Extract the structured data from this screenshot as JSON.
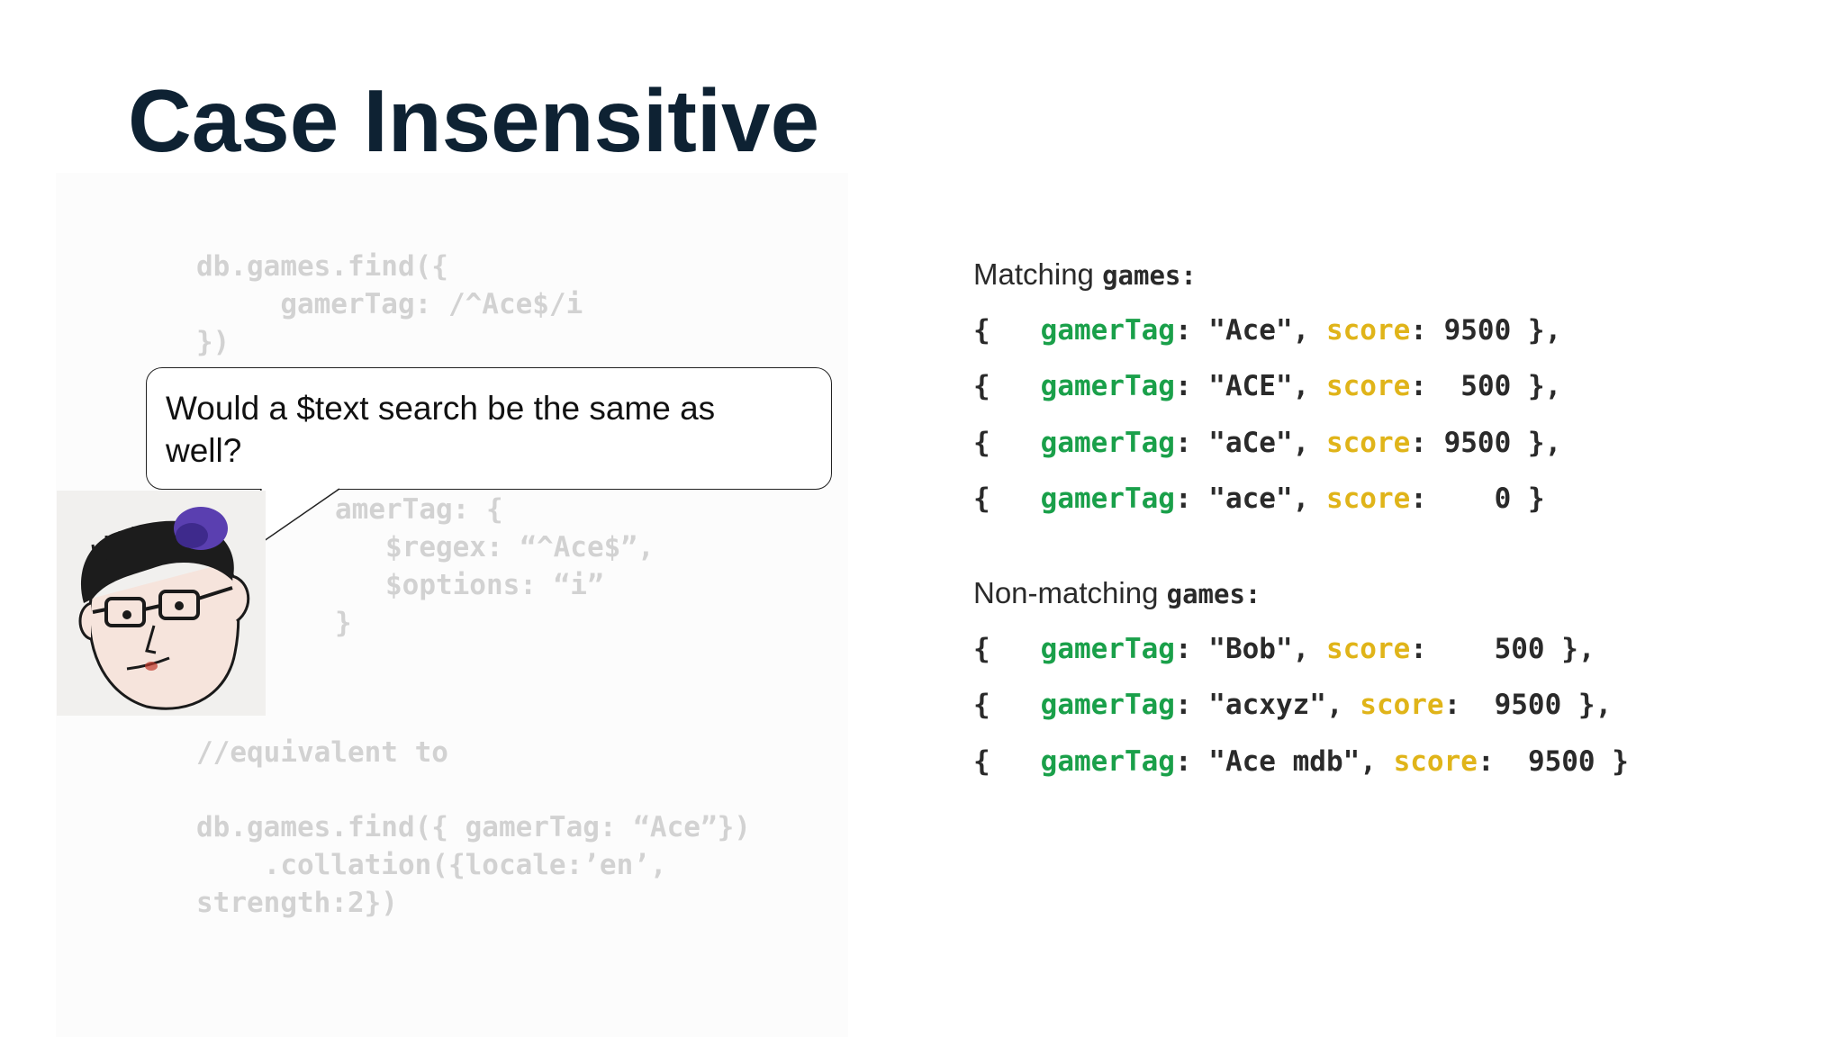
{
  "slide": {
    "title": "Case Insensitive",
    "left_code": {
      "block1": "db.games.find({\n     gamerTag: /^Ace$/i\n})",
      "block2": "amerTag: {\n   $regex: “^Ace$”,\n   $options: “i”\n}",
      "comment": "//equivalent to",
      "block3": "db.games.find({ gamerTag: “Ace”})\n    .collation({locale:’en’,\nstrength:2})"
    },
    "bubble": {
      "text": "Would a $text search be the same as well?"
    },
    "matching": {
      "heading_word": "Matching",
      "heading_mono": "games:",
      "rows": [
        {
          "open": "{   ",
          "key1": "gamerTag",
          "sep1": ": ",
          "val1": "\"Ace\"",
          "sep2": ", ",
          "key2": "score",
          "sep3": ": ",
          "val2": "9500",
          "close": " },"
        },
        {
          "open": "{   ",
          "key1": "gamerTag",
          "sep1": ": ",
          "val1": "\"ACE\"",
          "sep2": ", ",
          "key2": "score",
          "sep3": ":  ",
          "val2": "500",
          "close": " },"
        },
        {
          "open": "{   ",
          "key1": "gamerTag",
          "sep1": ": ",
          "val1": "\"aCe\"",
          "sep2": ", ",
          "key2": "score",
          "sep3": ": ",
          "val2": "9500",
          "close": " },"
        },
        {
          "open": "{   ",
          "key1": "gamerTag",
          "sep1": ": ",
          "val1": "\"ace\"",
          "sep2": ", ",
          "key2": "score",
          "sep3": ":    ",
          "val2": "0",
          "close": " }"
        }
      ]
    },
    "nonmatching": {
      "heading_word": "Non-matching",
      "heading_mono": "games:",
      "rows": [
        {
          "open": "{   ",
          "key1": "gamerTag",
          "sep1": ": ",
          "val1": "\"Bob\"",
          "sep2": ", ",
          "key2": "score",
          "sep3": ":    ",
          "val2": "500",
          "close": " },"
        },
        {
          "open": "{   ",
          "key1": "gamerTag",
          "sep1": ": ",
          "val1": "\"acxyz\"",
          "sep2": ", ",
          "key2": "score",
          "sep3": ":  ",
          "val2": "9500",
          "close": " },"
        },
        {
          "open": "{   ",
          "key1": "gamerTag",
          "sep1": ": ",
          "val1": "\"Ace mdb\"",
          "sep2": ", ",
          "key2": "score",
          "sep3": ":  ",
          "val2": "9500",
          "close": " }"
        }
      ]
    },
    "colors": {
      "title": "#0e2233",
      "key_green": "#1aa04a",
      "key_yellow": "#e0b419",
      "faded_code": "#d2d2d2"
    },
    "avatar_icon": "cartoon-person-avatar"
  }
}
